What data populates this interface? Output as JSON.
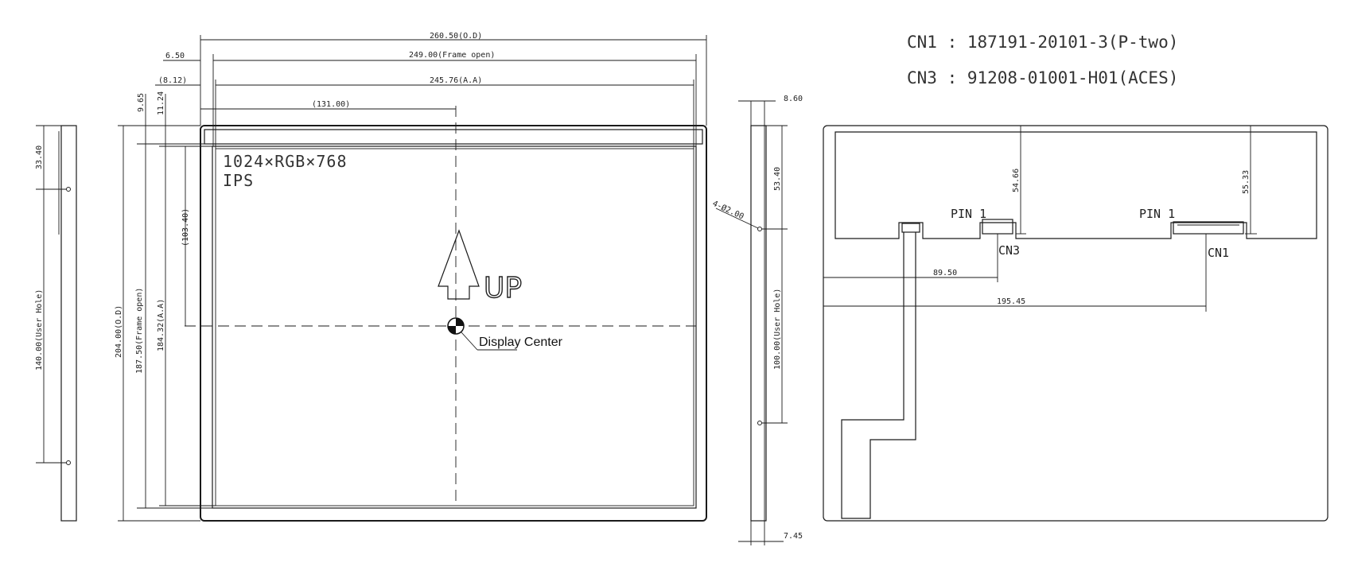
{
  "connectors": {
    "cn1": "CN1 : 187191-20101-3(P-two)",
    "cn3": "CN3 : 91208-01001-H01(ACES)"
  },
  "panel": {
    "resolution": "1024×RGB×768",
    "type": "IPS",
    "up_label": "UP",
    "display_center": "Display Center"
  },
  "front_dims": {
    "od_width": "260.50(O.D)",
    "frame_open_width": "249.00(Frame open)",
    "aa_width": "245.76(A.A)",
    "center_x": "(131.00)",
    "left_650": "6.50",
    "left_812": "(8.12)",
    "top_965": "9.65",
    "top_1124": "11.24",
    "od_height": "204.00(O.D)",
    "frame_open_height": "187.50(Frame open)",
    "aa_height": "184.32(A.A)",
    "center_y": "(103.40)"
  },
  "left_side_dims": {
    "d3340": "33.40",
    "hole_140": "140.00(User Hole)"
  },
  "right_side_dims": {
    "d860": "8.60",
    "d5340": "53.40",
    "holes": "4-Ø2.00",
    "hole_100": "100.00(User Hole)",
    "d745": "7.45"
  },
  "back_dims": {
    "d5466": "54.66",
    "d5533": "55.33",
    "d8950": "89.50",
    "d19545": "195.45",
    "pin1_a": "PIN 1",
    "pin1_b": "PIN 1",
    "cn3_label": "CN3",
    "cn1_label": "CN1"
  }
}
